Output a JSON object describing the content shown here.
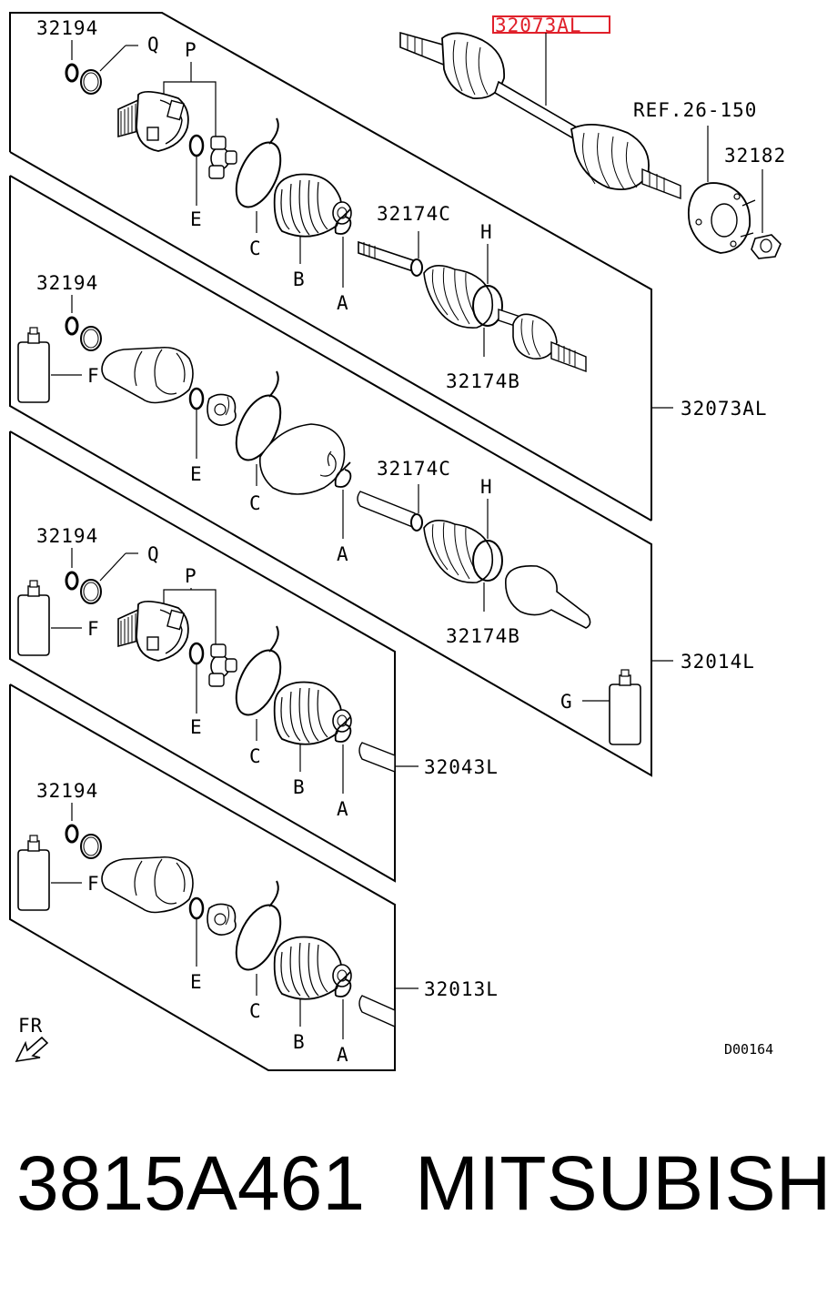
{
  "highlight_label": "32073AL",
  "ref_label": "REF.26-150",
  "labels": {
    "p32194": "32194",
    "q": "Q",
    "p": "P",
    "e": "E",
    "c": "C",
    "b": "B",
    "a": "A",
    "f": "F",
    "g": "G",
    "h": "H",
    "p32182": "32182",
    "p32174c": "32174C",
    "p32174b": "32174B",
    "p32073al": "32073AL",
    "p32014l": "32014L",
    "p32043l": "32043L",
    "p32013l": "32013L",
    "fr": "FR",
    "diagram_code": "D00164"
  },
  "footer": {
    "part_number": "3815A461",
    "brand": "MITSUBISHI"
  },
  "colors": {
    "highlight": "#e0202a",
    "line": "#000000"
  }
}
